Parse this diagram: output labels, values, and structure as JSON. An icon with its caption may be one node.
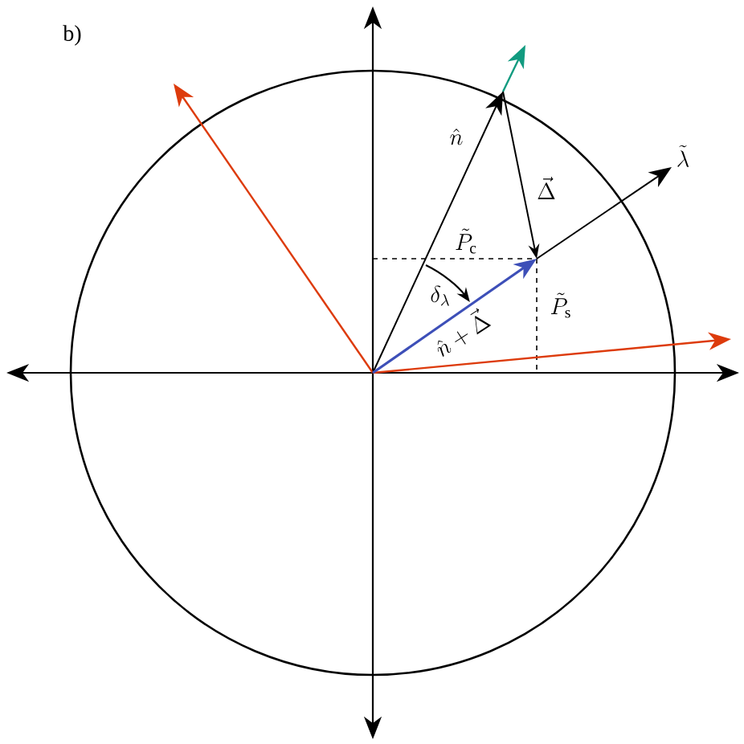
{
  "diagram": {
    "labels": [
      "b)",
      "\\hat{n}",
      "\\vec{\\Delta}",
      "\\tilde{\\lambda}",
      "\\tilde{P}_{\\mathrm{c}}",
      "\\tilde{P}_{\\mathrm{s}}",
      "\\delta_{\\lambda}",
      "\\hat{n}+\\vec{\\Delta}"
    ]
  }
}
